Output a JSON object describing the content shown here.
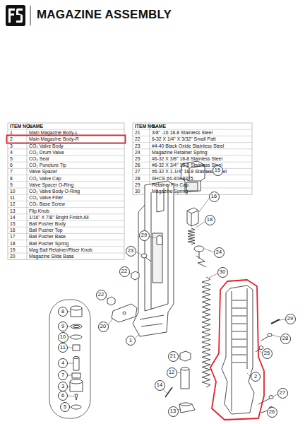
{
  "diagram": {
    "title": "MAGAZINE ASSEMBLY",
    "nodes": [
      {
        "text": [
          "15"
        ]
      },
      {
        "text": [
          "16"
        ]
      },
      {
        "text": [
          "18"
        ]
      },
      {
        "text": [
          "29"
        ]
      },
      {
        "text": [
          "23"
        ]
      },
      {
        "text": [
          "24"
        ]
      },
      {
        "text": [
          "22"
        ]
      },
      {
        "text": [
          "30"
        ]
      },
      {
        "text": [
          "22"
        ]
      },
      {
        "text": [
          "20"
        ]
      },
      {
        "text": [
          "1"
        ]
      },
      {
        "text": [
          "8"
        ]
      },
      {
        "text": [
          "9"
        ]
      },
      {
        "text": [
          "10"
        ]
      },
      {
        "text": [
          "11"
        ]
      },
      {
        "text": [
          "4"
        ]
      },
      {
        "text": [
          "7"
        ]
      },
      {
        "text": [
          "3"
        ]
      },
      {
        "text": [
          "6"
        ]
      },
      {
        "text": [
          "5"
        ]
      },
      {
        "text": [
          "21"
        ]
      },
      {
        "text": [
          "12"
        ]
      },
      {
        "text": [
          "14"
        ]
      },
      {
        "text": [
          "13"
        ]
      },
      {
        "text": [
          "29"
        ]
      },
      {
        "text": [
          "28"
        ]
      },
      {
        "text": [
          "25"
        ]
      },
      {
        "text": [
          "2"
        ]
      },
      {
        "text": [
          "27"
        ]
      },
      {
        "text": [
          "26"
        ]
      }
    ],
    "edges": [],
    "labels": [
      "ITEM NO.",
      "NAME",
      "1",
      "Main Magazine Body-L",
      "2",
      "Main Magazine Body-R",
      "3",
      "CO₂ Valve Body",
      "4",
      "CO₂ Drum Valve",
      "5",
      "CO₂ Seal",
      "6",
      "CO₂ Puncture Tip",
      "7",
      "Valve Spacer",
      "8",
      "CO₂ Valve Cap",
      "9",
      "Valve Spacer O-Ring",
      "10",
      "CO₂ Valve Body O-Ring",
      "11",
      "CO₂ Valve Filter",
      "12",
      "CO₂ Base Screw",
      "13",
      "Flip Knob",
      "14",
      "1/16\" X 7/8\" Bright Finish All",
      "15",
      "Ball Pusher Body",
      "16",
      "Ball Pusher Top",
      "17",
      "Ball Pusher Base",
      "18",
      "Ball Pusher Spring",
      "19",
      "Mag Ball Retainer/Riser Knob",
      "20",
      "Magazine Slide Base",
      "ITEM NO.",
      "NAME",
      "21",
      "3/8\" -16 18-8 Stainless Steel",
      "22",
      "6-32 X 1/4\" X 3/32\" Small Patt",
      "23",
      "#4-40 Black Oxide Stainless Steel",
      "24",
      "Magazine Retainer Spring",
      "25",
      "#6-32 X 3/8\" 18-8 Stainless Steel",
      "26",
      "#6-32 X 3/4\" 18-8 Stainless Steel",
      "27",
      "#6-32 X 1-1/4\" 18-8 Stainless Steel",
      "28",
      "SHCS #4-40x.9375",
      "29",
      "Retainer Pin Cap",
      "30",
      "Magazine Spring"
    ]
  }
}
